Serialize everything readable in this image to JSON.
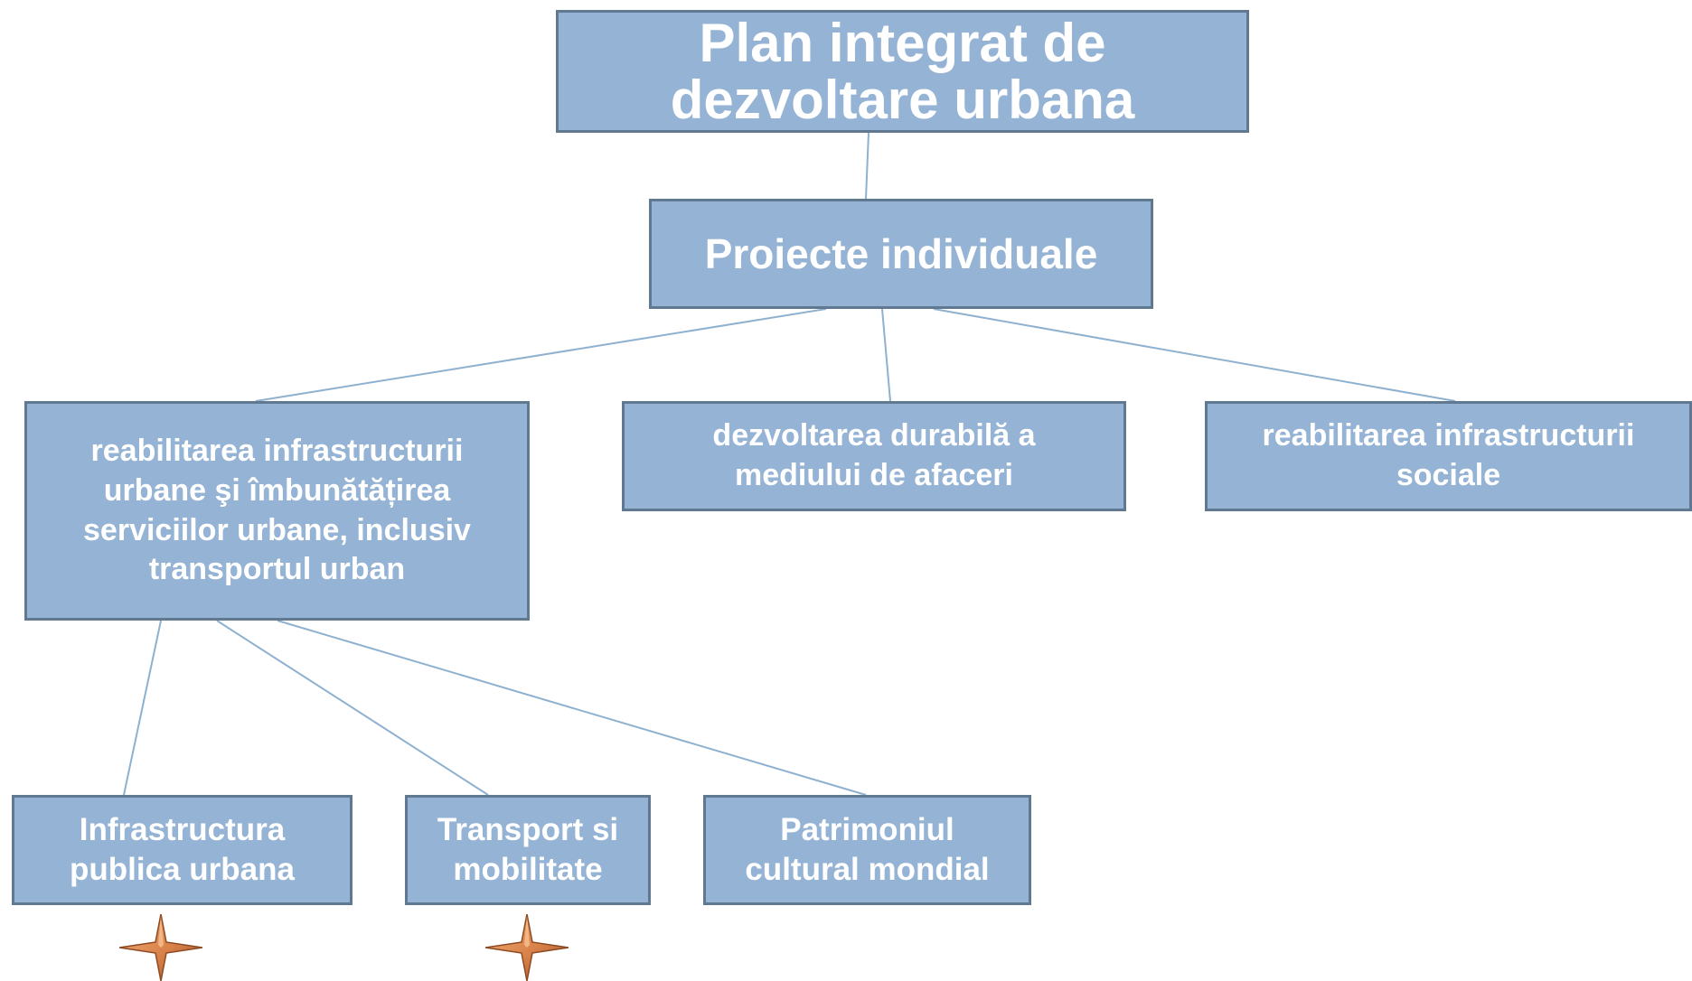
{
  "diagram": {
    "root": {
      "label": "Plan integrat de\ndezvoltare urbana"
    },
    "level1": {
      "label": "Proiecte individuale"
    },
    "level2": [
      {
        "label": "reabilitarea infrastructurii\nurbane şi îmbunătățirea\nserviciilor urbane, inclusiv\ntransportul urban"
      },
      {
        "label": "dezvoltarea durabilă a\nmediului de afaceri"
      },
      {
        "label": "reabilitarea infrastructurii\nsociale"
      }
    ],
    "level3": [
      {
        "label": "Infrastructura\npublica urbana"
      },
      {
        "label": "Transport si\nmobilitate"
      },
      {
        "label": "Patrimoniul\ncultural mondial"
      }
    ],
    "colors": {
      "box_fill": "#95b3d5",
      "box_border": "#607990",
      "box_text": "#ffffff",
      "connector": "#8eb1cf",
      "star": "#d9824a"
    },
    "markers": [
      {
        "icon": "four-point-star-icon"
      },
      {
        "icon": "four-point-star-icon"
      }
    ]
  }
}
